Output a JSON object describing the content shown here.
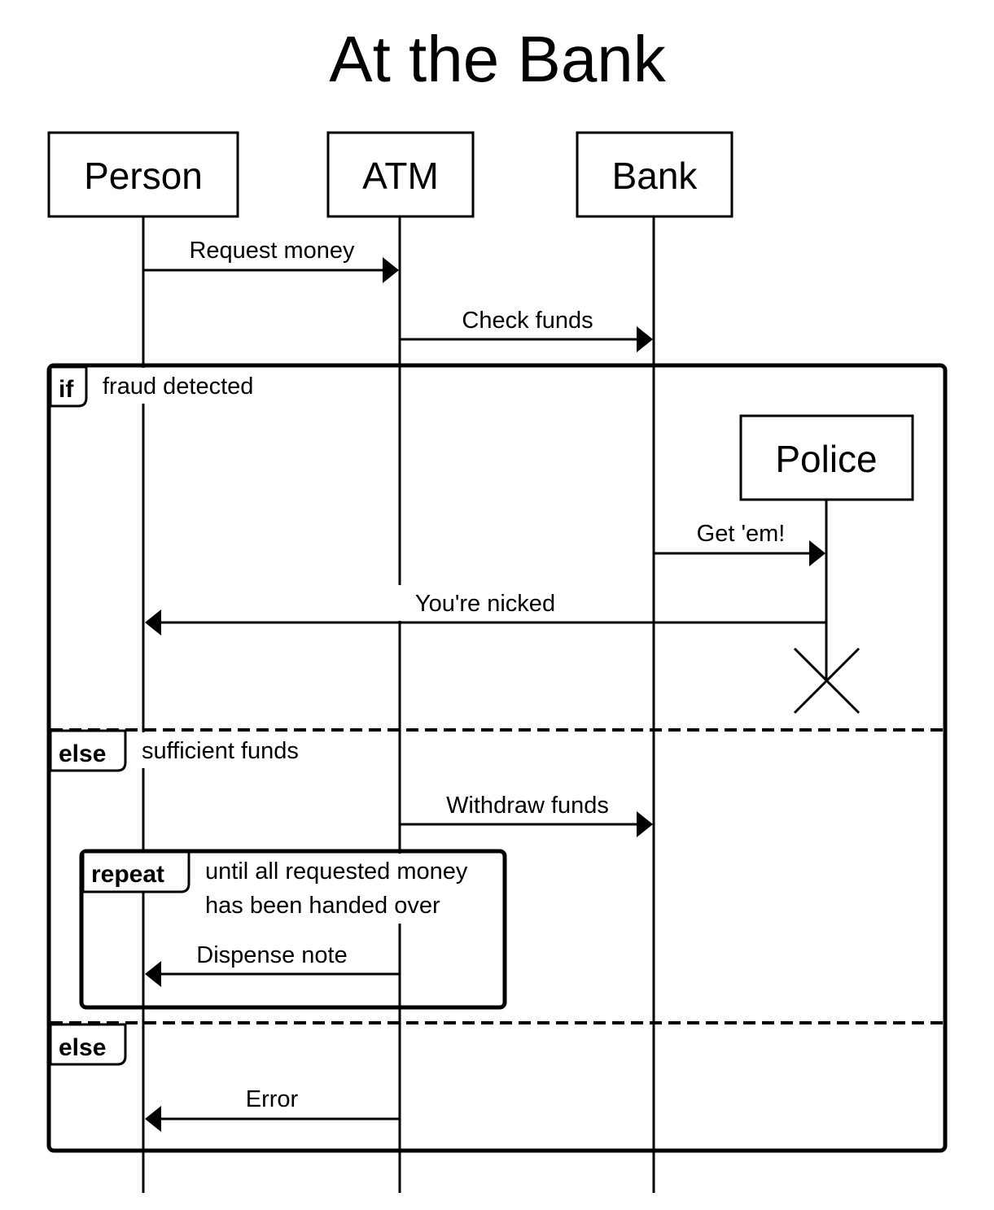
{
  "title": "At the Bank",
  "participants": {
    "person": "Person",
    "atm": "ATM",
    "bank": "Bank",
    "police": "Police"
  },
  "messages": {
    "request_money": "Request money",
    "check_funds": "Check funds",
    "get_em": "Get 'em!",
    "youre_nicked": "You're nicked",
    "withdraw_funds": "Withdraw funds",
    "dispense_note": "Dispense note",
    "error": "Error"
  },
  "fragments": {
    "alt": {
      "keyword": "if",
      "condition": "fraud detected",
      "else1_keyword": "else",
      "else1_condition": "sufficient funds",
      "else2_keyword": "else"
    },
    "loop": {
      "keyword": "repeat",
      "condition_line1": "until all requested money",
      "condition_line2": "has been handed over"
    }
  }
}
